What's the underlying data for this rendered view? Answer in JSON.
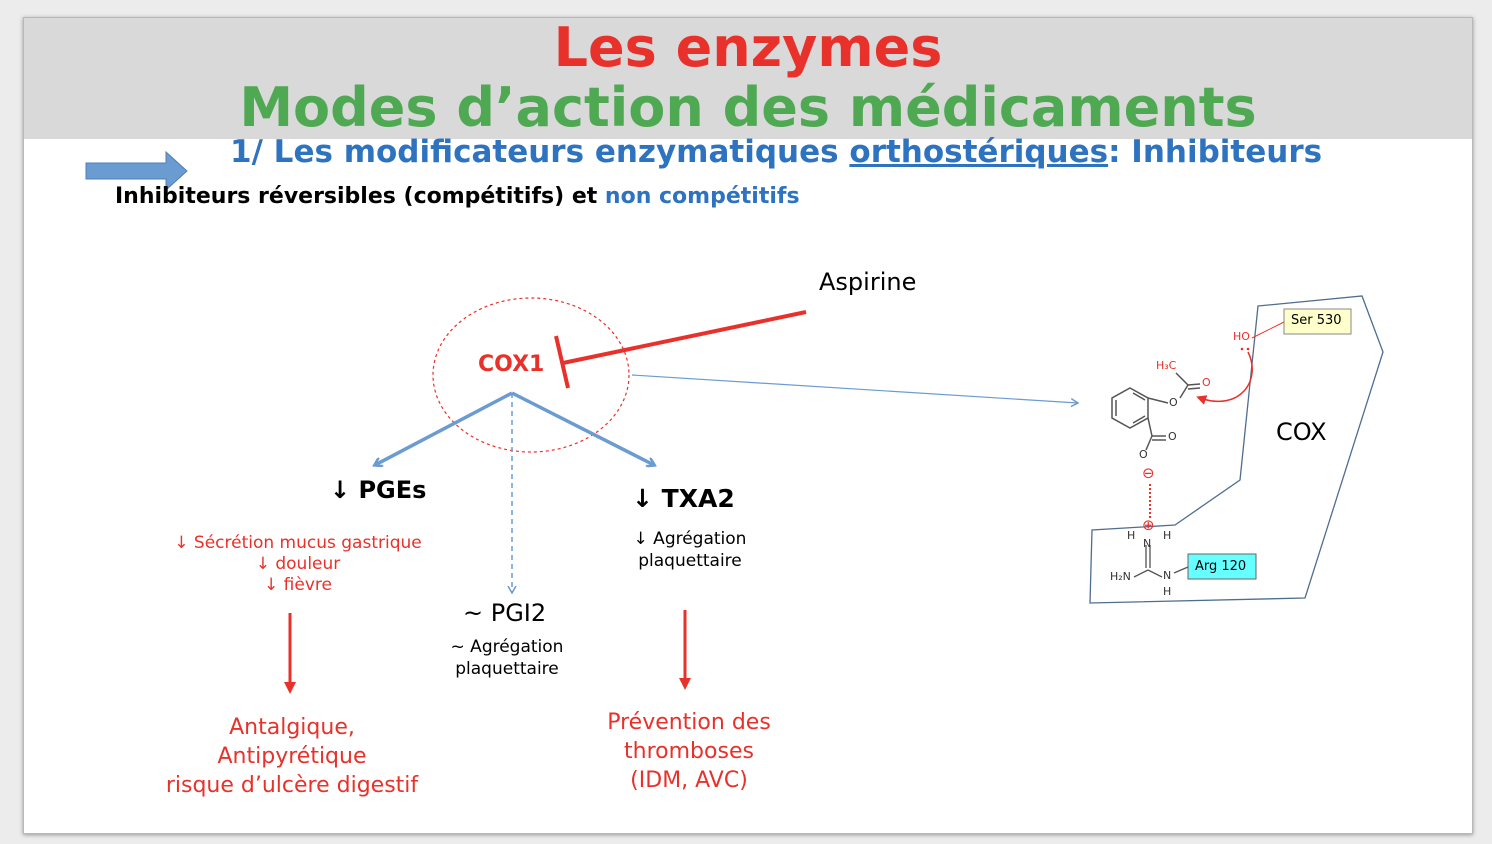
{
  "header": {
    "title": "Les enzymes",
    "subtitle": "Modes d’action des médicaments"
  },
  "section": {
    "heading_prefix": "1/ Les modificateurs enzymatiques ",
    "heading_underlined": "orthostériques",
    "heading_suffix": ": Inhibiteurs",
    "subheading_black": "Inhibiteurs réversibles (compétitifs) et ",
    "subheading_blue": "non compétitifs"
  },
  "diagram": {
    "drug": "Aspirine",
    "enzyme": "COX1",
    "branches": {
      "pge": {
        "label": "↓ PGEs",
        "effects": [
          "↓ Sécrétion mucus gastrique",
          "↓ douleur",
          "↓ fièvre"
        ],
        "outcome": [
          "Antalgique,",
          "Antipyrétique",
          "risque d’ulcère digestif"
        ]
      },
      "pgi2": {
        "label": "~ PGI2",
        "effects": [
          "~ Agrégation",
          "plaquettaire"
        ]
      },
      "txa2": {
        "label": "↓ TXA2",
        "effects": [
          "↓ Agrégation",
          "plaquettaire"
        ],
        "outcome": [
          "Prévention des",
          "thromboses",
          "(IDM, AVC)"
        ]
      }
    }
  },
  "mechanism": {
    "pocket_label": "COX",
    "ser_label": "Ser 530",
    "arg_label": "Arg 120",
    "hydroxyl": "HO",
    "methyl": "H₃C",
    "oxygen": "O",
    "minus": "⊖",
    "plus": "⊕",
    "amine": "H₂N",
    "h": "H",
    "n": "N"
  },
  "colors": {
    "title": "#e8312a",
    "subtitle": "#4fa852",
    "heading": "#2e73c0",
    "red": "#e8312a",
    "arrow_blue": "#6a9bd1",
    "ser_box": "#ffffcc",
    "arg_box": "#66ffff"
  }
}
